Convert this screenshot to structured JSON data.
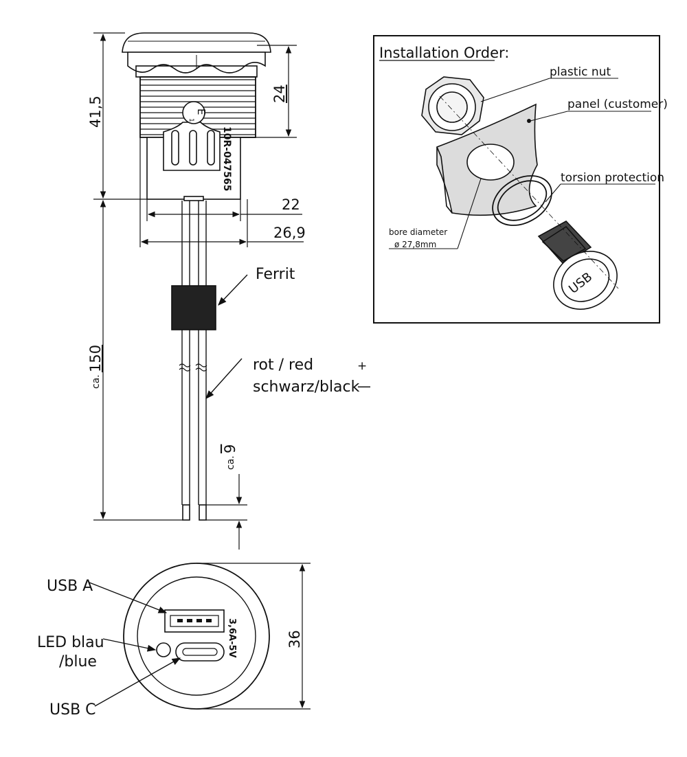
{
  "diagram": {
    "dimensions": {
      "total_height": "41,5",
      "thread_length": "24",
      "thread_diameter": "22",
      "flange_diameter": "26,9",
      "cable_length": "150",
      "cable_length_prefix": "ca.",
      "strip_length": "9",
      "strip_length_prefix": "ca.",
      "front_diameter": "36"
    },
    "part_number": "10R-047565",
    "approval_mark": "E",
    "approval_mark_index": "1",
    "labels": {
      "ferrite": "Ferrit",
      "wire_red": "rot / red",
      "wire_black": "schwarz/black",
      "polarity_plus": "+",
      "polarity_minus": "—",
      "usb_a": "USB A",
      "led_line1": "LED blau",
      "led_line2": "/blue",
      "usb_c": "USB C",
      "rating": "3,6A-5V"
    },
    "installation": {
      "title": "Installation Order:",
      "plastic_nut": "plastic nut",
      "panel": "panel (customer)",
      "torsion": "torsion protection",
      "bore_line1": "bore diameter",
      "bore_line2": "ø 27,8mm",
      "usb_cap": "USB"
    }
  }
}
